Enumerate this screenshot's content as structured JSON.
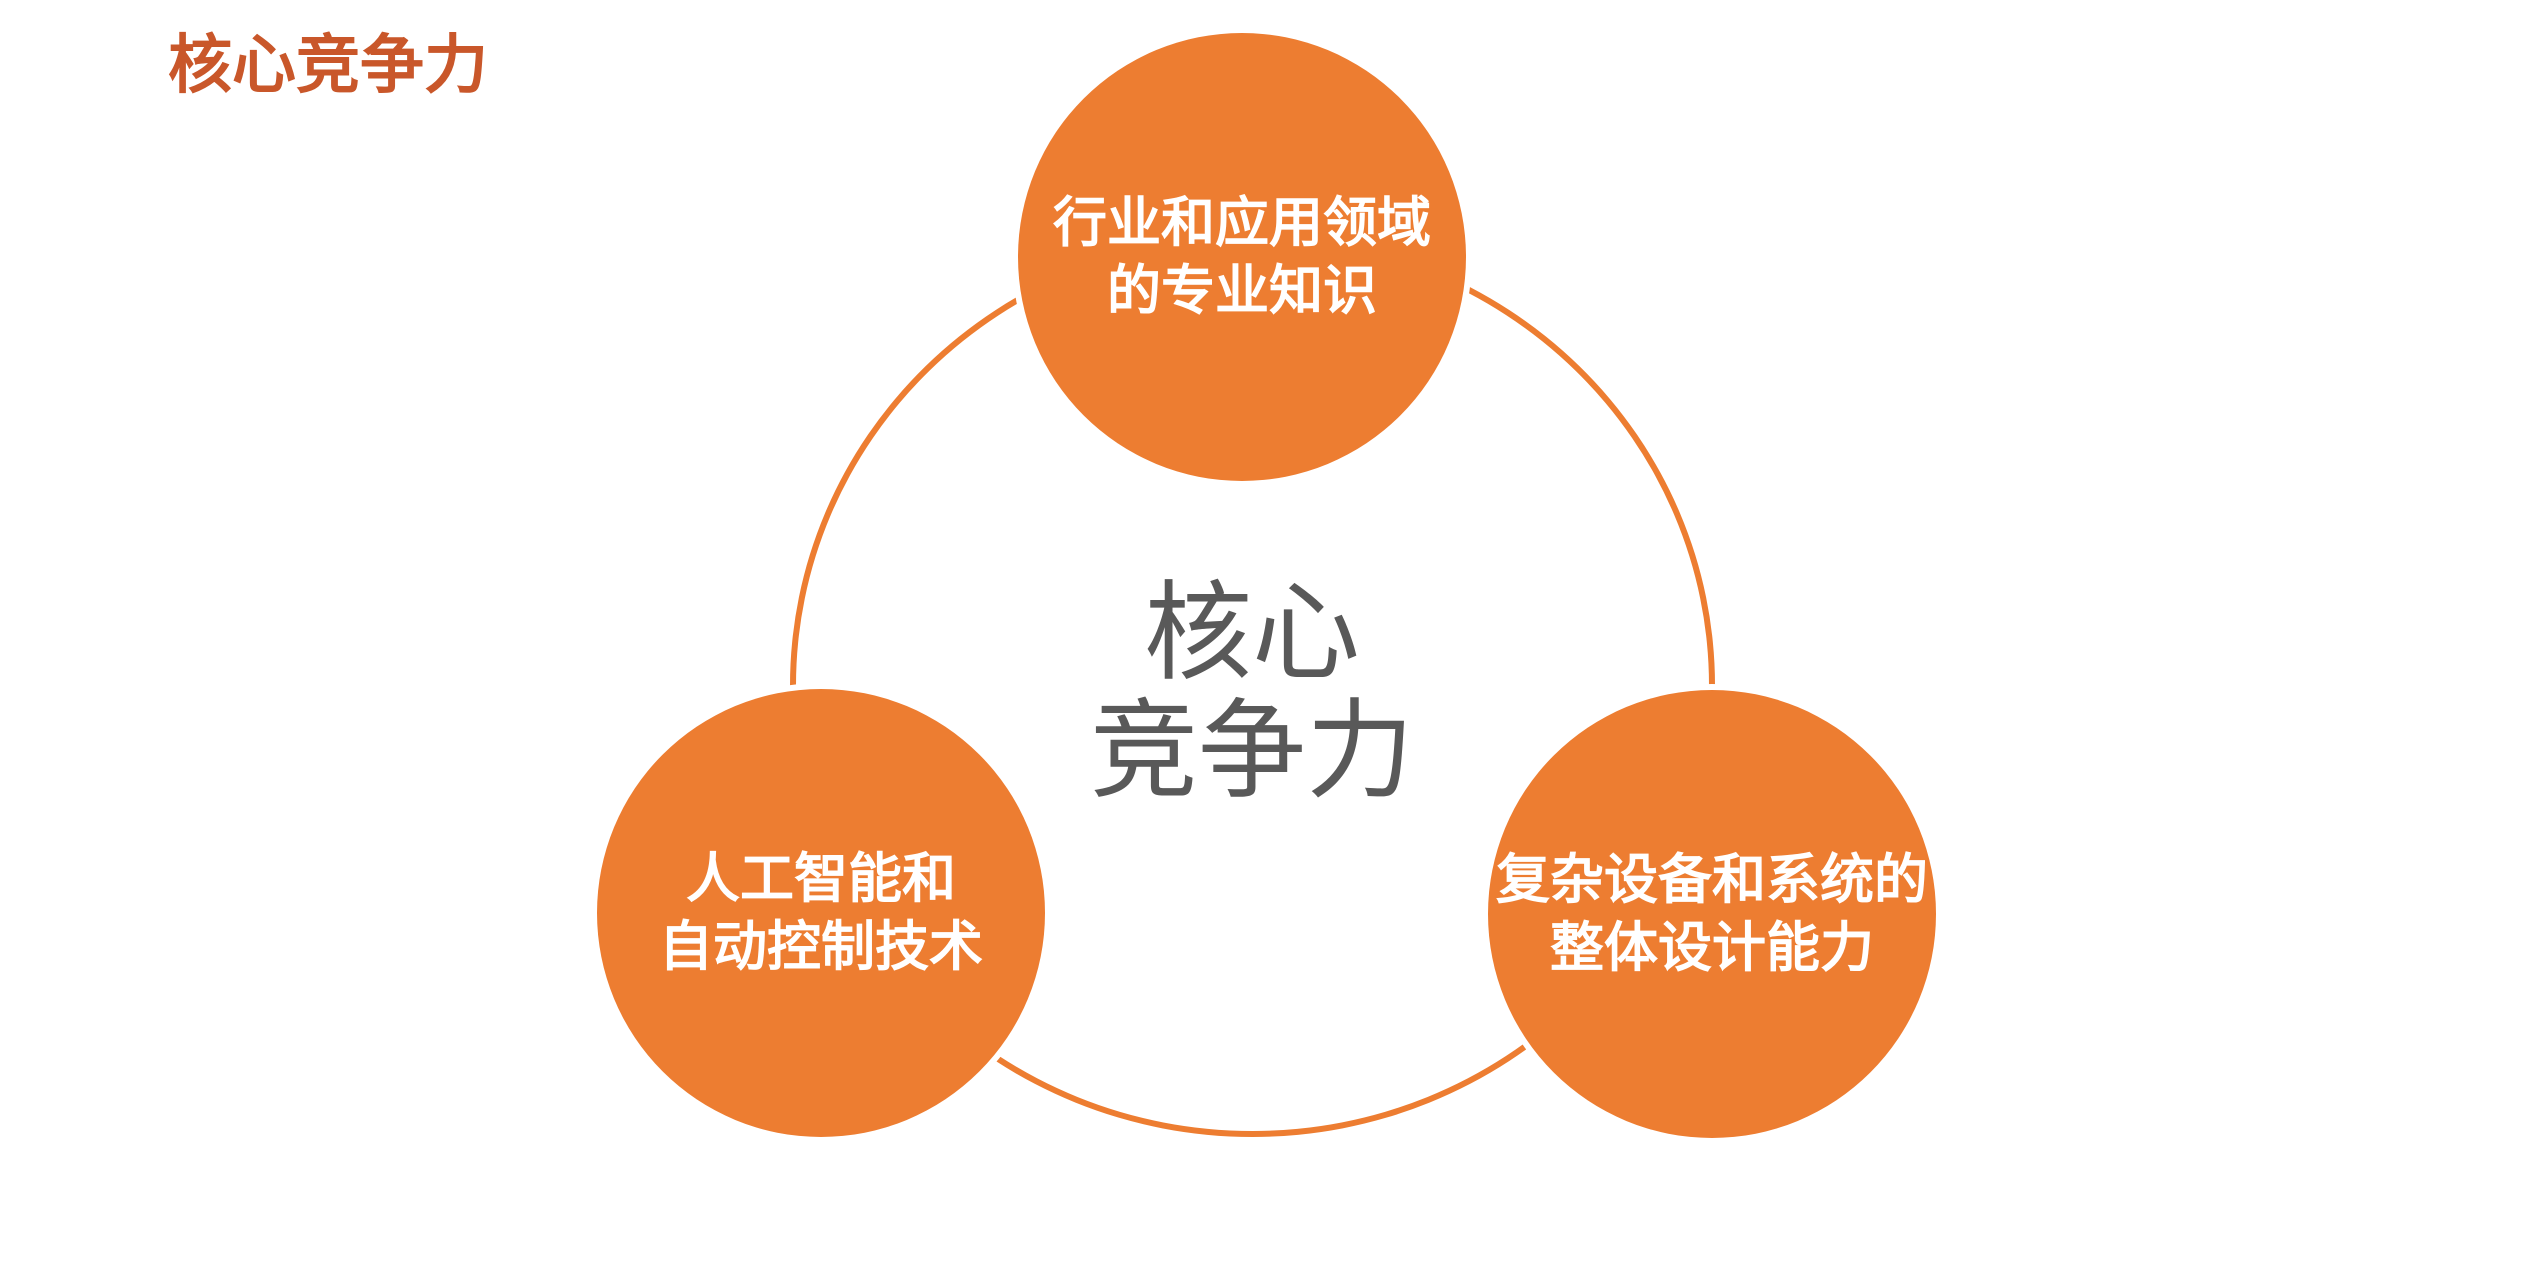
{
  "page": {
    "title": "核心竞争力"
  },
  "diagram": {
    "center": {
      "line1": "核心",
      "line2": "竞争力"
    },
    "nodes": {
      "top": {
        "line1": "行业和应用领域",
        "line2": "的专业知识"
      },
      "left": {
        "line1": "人工智能和",
        "line2": "自动控制技术"
      },
      "right": {
        "line1": "复杂设备和系统的",
        "line2": "整体设计能力"
      }
    }
  },
  "colors": {
    "accent": "#ED7D31",
    "title": "#C9572A",
    "center_text": "#595959",
    "node_text": "#FFFFFF",
    "background": "#FFFFFF"
  }
}
